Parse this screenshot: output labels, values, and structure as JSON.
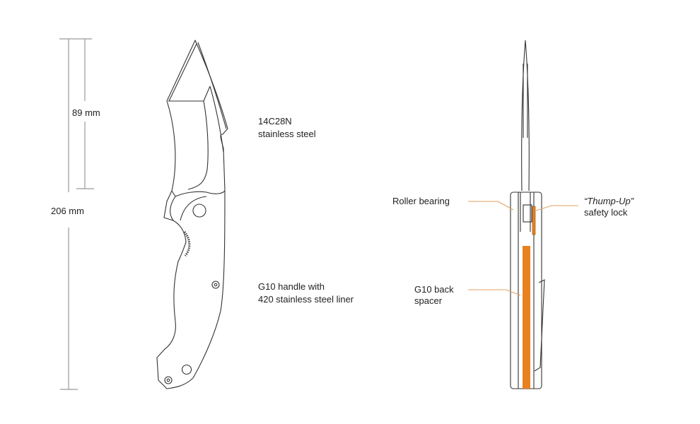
{
  "dimensions": {
    "blade_length": "89 mm",
    "overall_length": "206 mm"
  },
  "callouts": {
    "blade_material": {
      "line1": "14C28N",
      "line2": "stainless steel"
    },
    "handle_material": {
      "line1": "G10 handle with",
      "line2": "420 stainless steel liner"
    },
    "roller_bearing": {
      "label": "Roller bearing"
    },
    "safety_lock": {
      "line1": "“Thump-Up”",
      "line2": "safety lock"
    },
    "back_spacer": {
      "line1": "G10 back",
      "line2": "spacer"
    }
  },
  "colors": {
    "outline": "#333333",
    "dimension_line": "#999999",
    "leader_line": "#e0a060",
    "accent_orange": "#e8821e"
  }
}
